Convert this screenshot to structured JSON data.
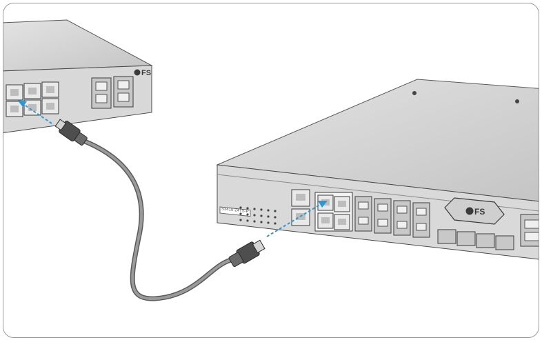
{
  "diagram": {
    "switch_left": {
      "brand": "FS"
    },
    "switch_right": {
      "brand": "FS",
      "model_label": "S3410-24TS-P"
    },
    "colors": {
      "chassis_top": "#cfcfcf",
      "chassis_front": "#d9d9d9",
      "outline": "#4a4a4a",
      "arrow": "#2b98d4",
      "cable": "#8c8c8c",
      "connector": "#5a5a5a"
    },
    "icons": [
      "fs-logo-icon",
      "arrow-icon",
      "rj45-connector-icon",
      "cable-icon"
    ]
  }
}
